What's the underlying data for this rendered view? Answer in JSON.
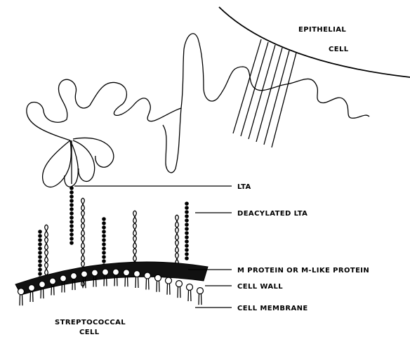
{
  "labels": {
    "epithelial_line1": "EPITHELIAL",
    "epithelial_line2": "CELL",
    "lta": "LTA",
    "deacylated_lta": "DEACYLATED LTA",
    "m_protein": "M PROTEIN OR M-LIKE PROTEIN",
    "cell_wall": "CELL WALL",
    "cell_membrane": "CELL MEMBRANE",
    "strep_line1": "STREPTOCOCCAL",
    "strep_line2": "CELL"
  }
}
